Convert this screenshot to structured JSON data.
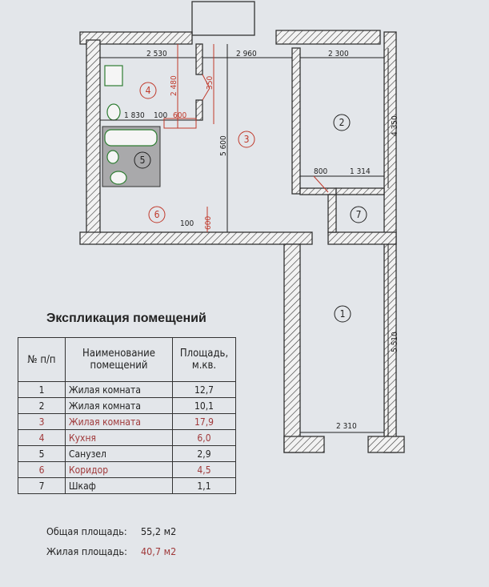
{
  "plan": {
    "rooms": [
      "1",
      "2",
      "3",
      "4",
      "5",
      "6",
      "7"
    ],
    "dimensions": {
      "d2530": "2 530",
      "d2960": "2 960",
      "d2300": "2 300",
      "d4350": "4 350",
      "d5600": "5 600",
      "d2480": "2 480",
      "d350": "350",
      "d1830": "1 830",
      "d100a": "100",
      "d600a": "600",
      "d800": "800",
      "d1314": "1 314",
      "d100b": "100",
      "d600b": "600",
      "d5510": "5 510",
      "d2310": "2 310"
    },
    "colors": {
      "wall": "#333333",
      "red": "#c0392b",
      "green": "#2e7d32",
      "bath_floor": "#a9a9ab"
    }
  },
  "explication": {
    "title": "Экспликация помещений",
    "headers": [
      "№ п/п",
      "Наименование помещений",
      "Площадь, м.кв."
    ],
    "rows": [
      {
        "n": "1",
        "name": "Жилая комната",
        "area": "12,7",
        "red": false
      },
      {
        "n": "2",
        "name": "Жилая комната",
        "area": "10,1",
        "red": false
      },
      {
        "n": "3",
        "name": "Жилая комната",
        "area": "17,9",
        "red": true
      },
      {
        "n": "4",
        "name": "Кухня",
        "area": "6,0",
        "red": true
      },
      {
        "n": "5",
        "name": "Санузел",
        "area": "2,9",
        "red": false
      },
      {
        "n": "6",
        "name": "Коридор",
        "area": "4,5",
        "red": true
      },
      {
        "n": "7",
        "name": "Шкаф",
        "area": "1,1",
        "red": false
      }
    ],
    "total_label": "Общая площадь:",
    "total_value": "55,2 м2",
    "living_label": "Жилая площадь:",
    "living_value": "40,7 м2"
  }
}
